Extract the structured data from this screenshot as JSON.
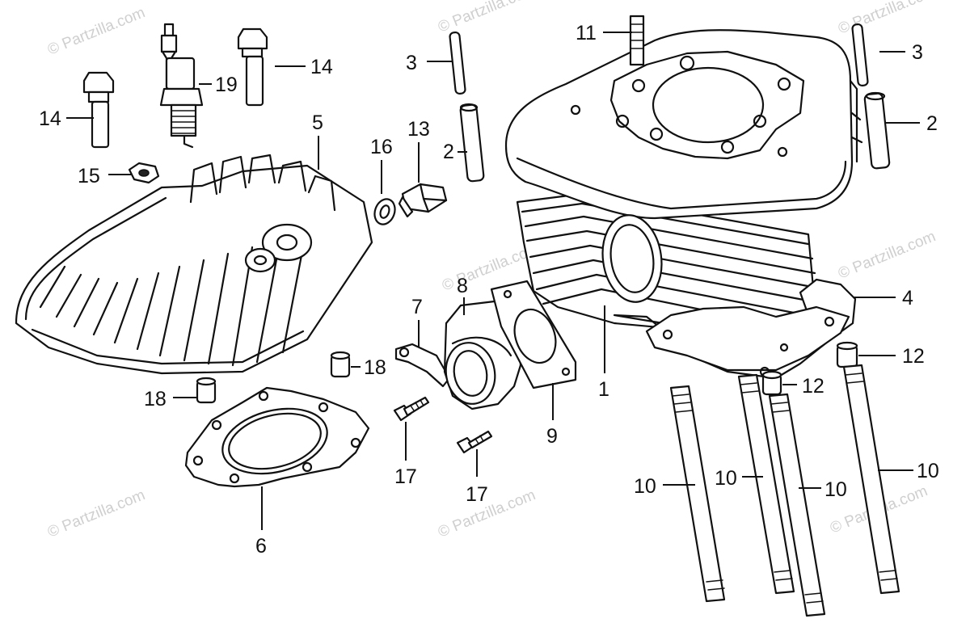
{
  "watermark": "© Partzilla.com",
  "callouts": [
    {
      "id": "c1",
      "text": "1"
    },
    {
      "id": "c2a",
      "text": "2"
    },
    {
      "id": "c2b",
      "text": "2"
    },
    {
      "id": "c3a",
      "text": "3"
    },
    {
      "id": "c3b",
      "text": "3"
    },
    {
      "id": "c4",
      "text": "4"
    },
    {
      "id": "c5",
      "text": "5"
    },
    {
      "id": "c6",
      "text": "6"
    },
    {
      "id": "c7",
      "text": "7"
    },
    {
      "id": "c8",
      "text": "8"
    },
    {
      "id": "c9",
      "text": "9"
    },
    {
      "id": "c10a",
      "text": "10"
    },
    {
      "id": "c10b",
      "text": "10"
    },
    {
      "id": "c10c",
      "text": "10"
    },
    {
      "id": "c10d",
      "text": "10"
    },
    {
      "id": "c11",
      "text": "11"
    },
    {
      "id": "c12a",
      "text": "12"
    },
    {
      "id": "c12b",
      "text": "12"
    },
    {
      "id": "c13",
      "text": "13"
    },
    {
      "id": "c14a",
      "text": "14"
    },
    {
      "id": "c14b",
      "text": "14"
    },
    {
      "id": "c15",
      "text": "15"
    },
    {
      "id": "c16",
      "text": "16"
    },
    {
      "id": "c17a",
      "text": "17"
    },
    {
      "id": "c17b",
      "text": "17"
    },
    {
      "id": "c18a",
      "text": "18"
    },
    {
      "id": "c18b",
      "text": "18"
    },
    {
      "id": "c19",
      "text": "19"
    }
  ]
}
